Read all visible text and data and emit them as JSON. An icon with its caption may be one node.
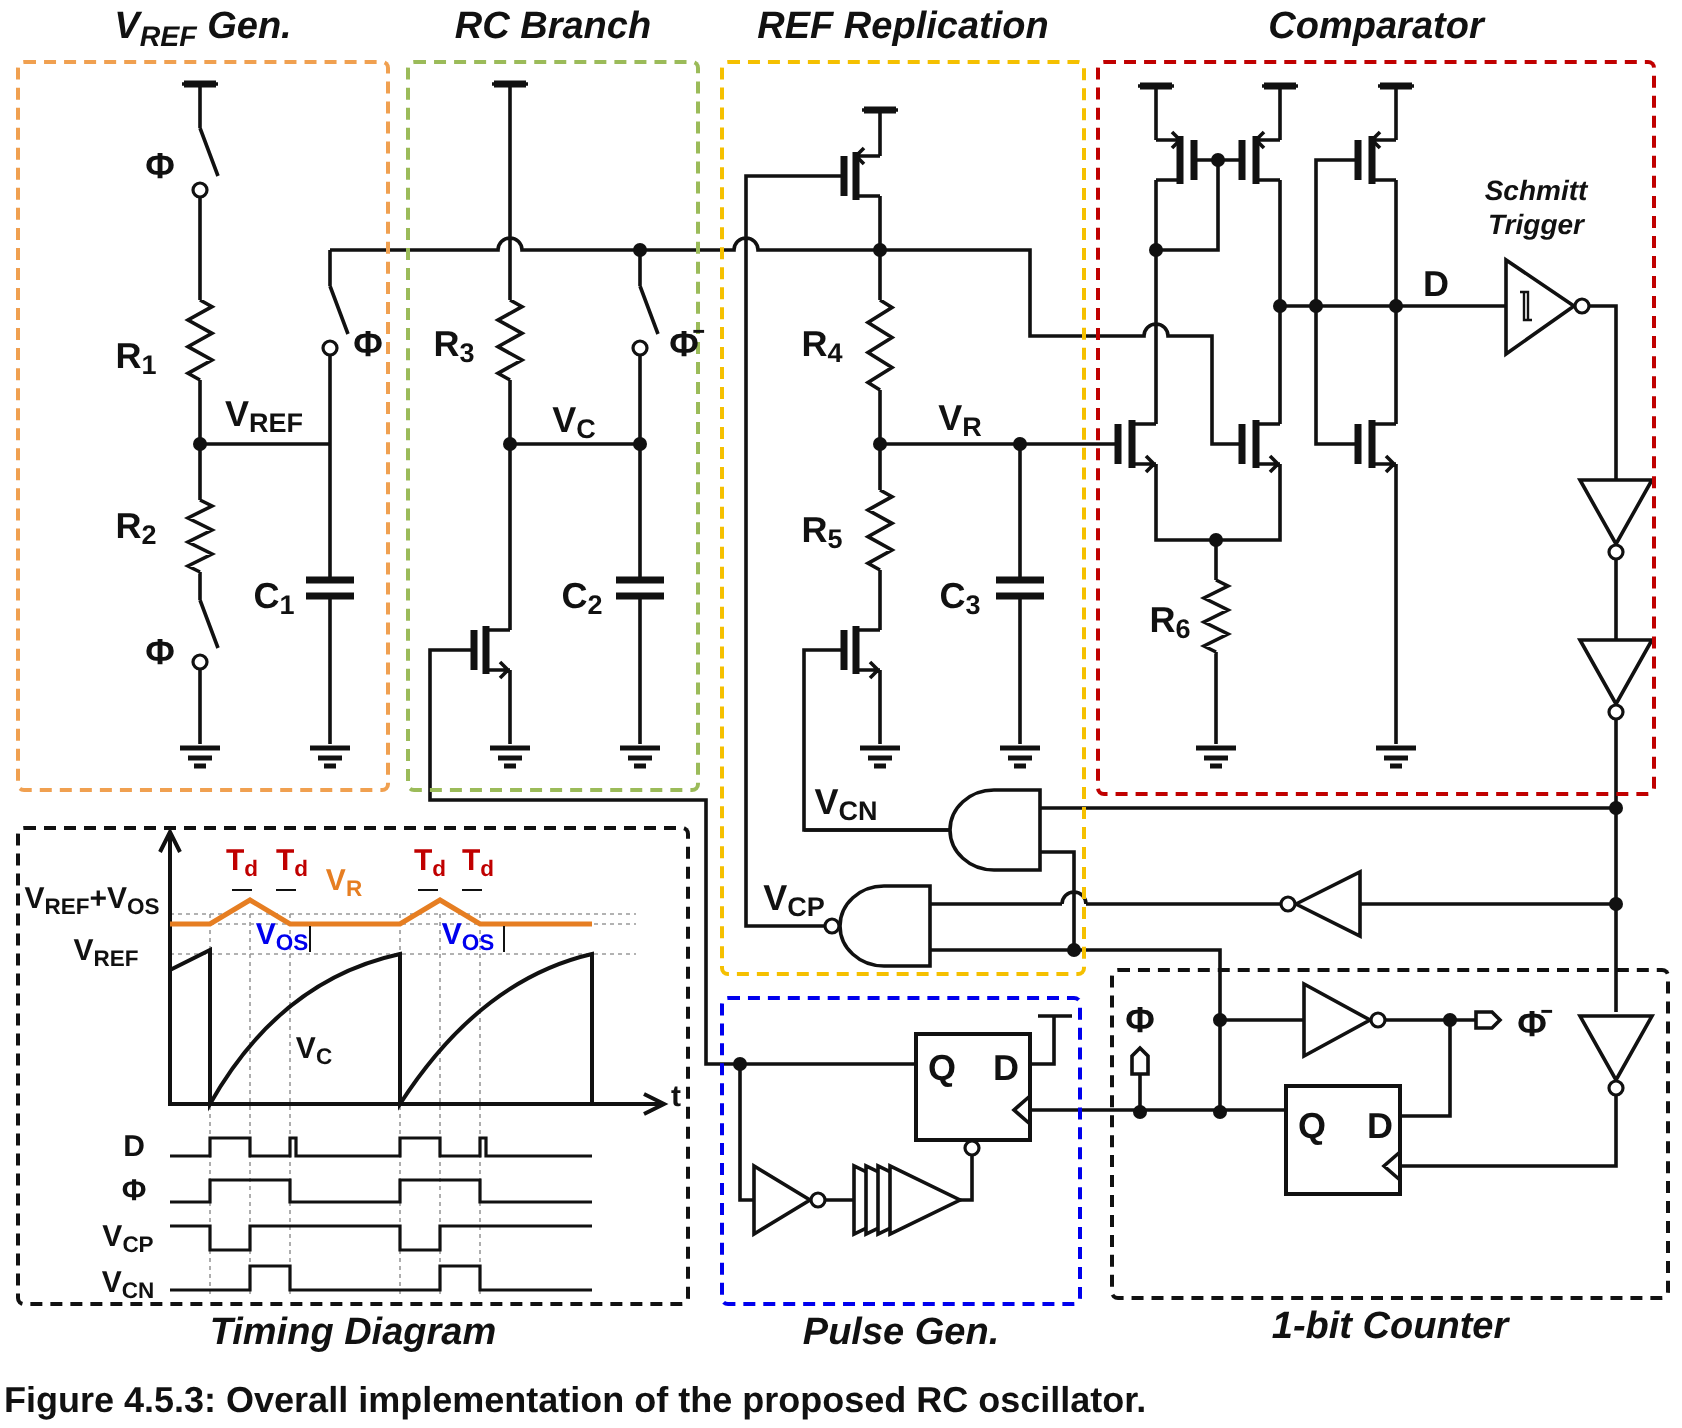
{
  "diagram": {
    "caption": "Figure 4.5.3: Overall implementation of the proposed RC oscillator.",
    "nodes": [
      {
        "text": [
          "V$_{REF}$ Gen."
        ]
      },
      {
        "text": [
          "RC Branch"
        ]
      },
      {
        "text": [
          "REF Replication"
        ]
      },
      {
        "text": [
          "Comparator"
        ]
      },
      {
        "text": [
          "Timing Diagram"
        ]
      },
      {
        "text": [
          "Pulse Gen."
        ]
      },
      {
        "text": [
          "1-bit Counter"
        ]
      }
    ],
    "labels": [
      "Φ",
      "R$_{1}$",
      "V$_{REF}$",
      "Φ",
      "R$_{2}$",
      "Φ",
      "C$_{1}$",
      "R$_{3}$",
      "Φ̄",
      "V$_{C}$",
      "C$_{2}$",
      "R$_{4}$",
      "V$_{R}$",
      "R$_{5}$",
      "C$_{3}$",
      "R$_{6}$",
      "Schmitt Trigger",
      "D",
      "V$_{CN}$",
      "T$_{d}$",
      "T$_{d}$",
      "T$_{d}$",
      "T$_{d}$",
      "V$_{R}$",
      "V$_{REF}$+V$_{OS}$",
      "V$_{CP}$",
      "V$_{OS}$",
      "V$_{OS}$",
      "V$_{REF}$",
      "Φ",
      "Φ̄",
      "V$_{C}$",
      "Q",
      "D",
      "t",
      "Q",
      "D",
      "D",
      "Φ",
      "V$_{CP}$",
      "V$_{CN}$"
    ]
  }
}
